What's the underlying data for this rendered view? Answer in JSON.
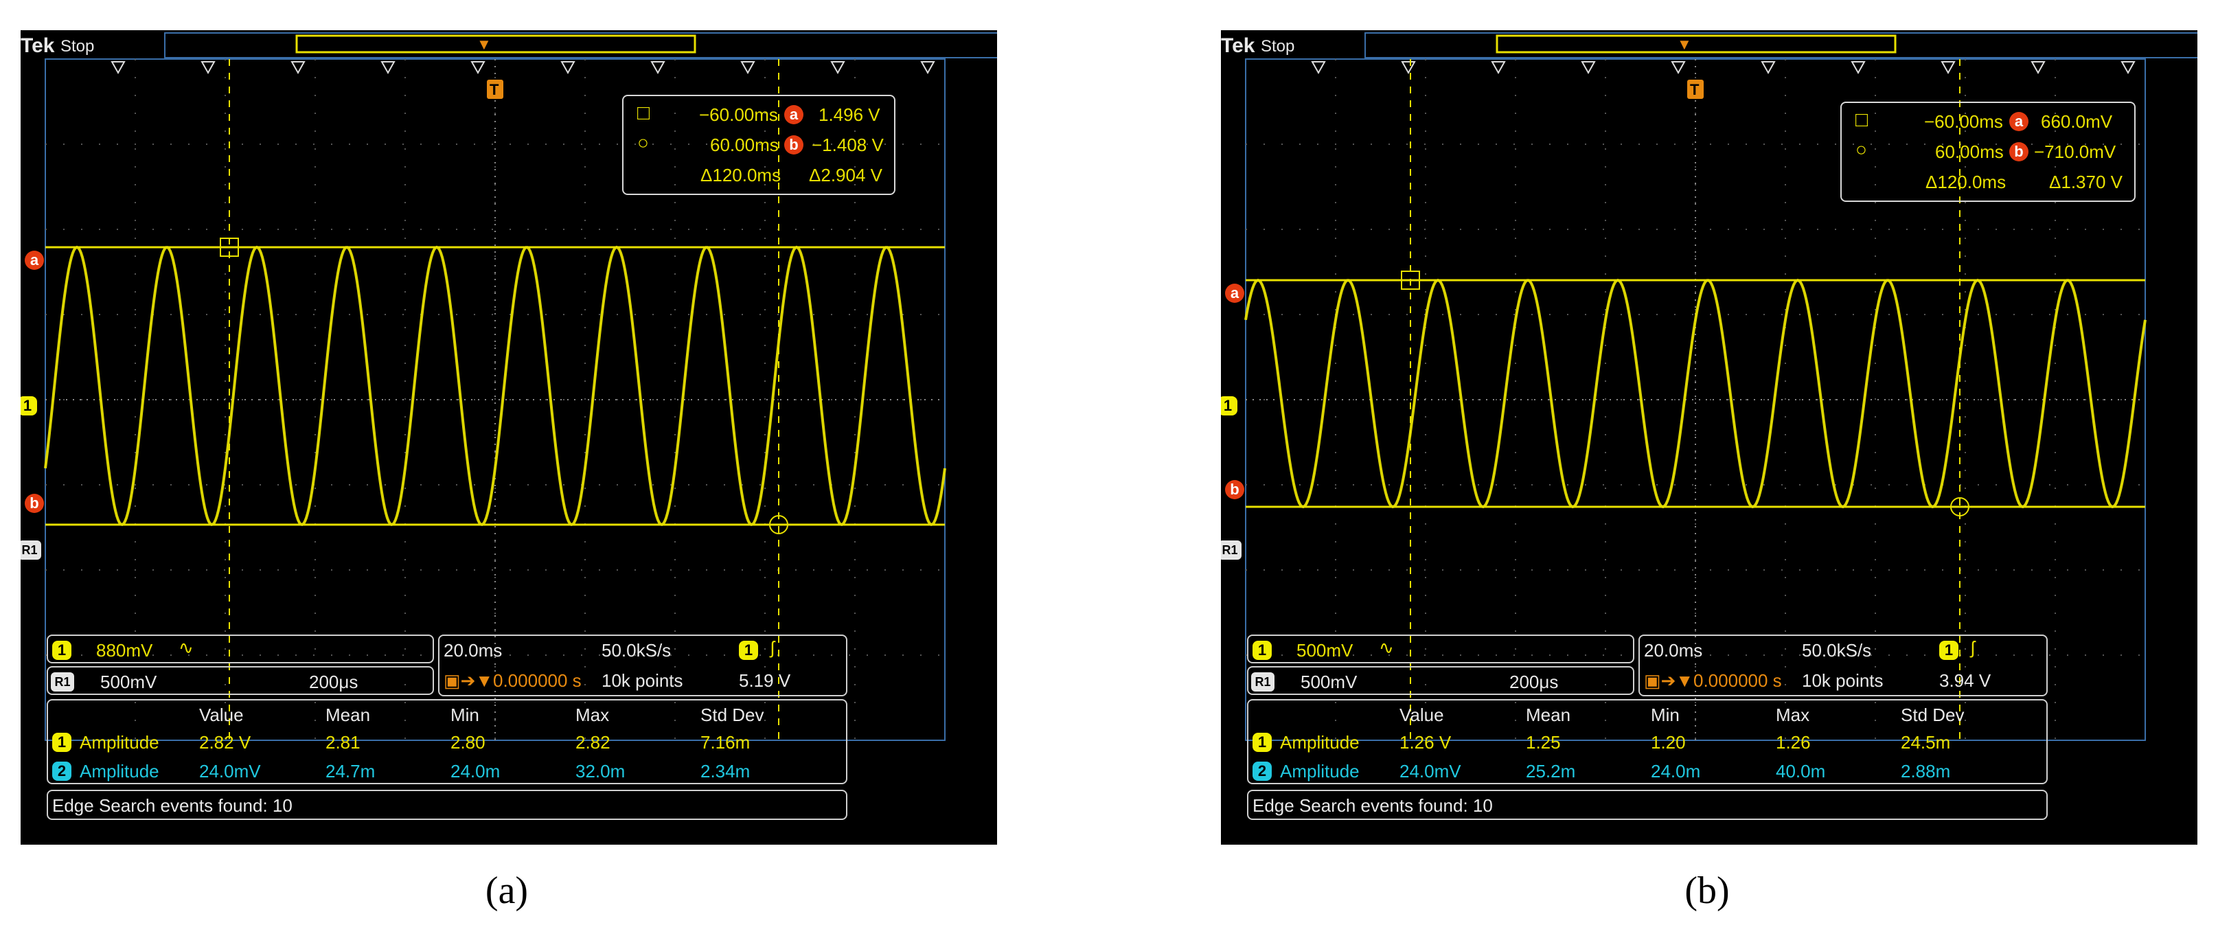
{
  "panels": [
    {
      "id": "a",
      "caption": "(a)",
      "brand": "Tek",
      "status": "Stop",
      "trigger_marker": "T",
      "cursor_readout": {
        "t1": "−60.00ms",
        "v_a": "1.496 V",
        "t2": "60.00ms",
        "v_b": "−1.408 V",
        "dt": "Δ120.0ms",
        "dv": "Δ2.904 V"
      },
      "cursor_a_label": "a",
      "cursor_b_label": "b",
      "ch1_marker": "1",
      "ref_marker": "R1",
      "ch1_scale": "880mV",
      "ref_scale": "500mV",
      "ref_time": "200μs",
      "timebase": "20.0ms",
      "sample_rate": "50.0kS/s",
      "trigger_pos": "0.000000 s",
      "record_length": "10k points",
      "trigger_level": "5.19 V",
      "meas_headers": [
        "Value",
        "Mean",
        "Min",
        "Max",
        "Std Dev"
      ],
      "meas_rows": [
        {
          "ch": "1",
          "name": "Amplitude",
          "value": "2.82 V",
          "mean": "2.81",
          "min": "2.80",
          "max": "2.82",
          "std": "7.16m"
        },
        {
          "ch": "2",
          "name": "Amplitude",
          "value": "24.0mV",
          "mean": "24.7m",
          "min": "24.0m",
          "max": "32.0m",
          "std": "2.34m"
        }
      ],
      "search_status": "Edge Search events found: 10"
    },
    {
      "id": "b",
      "caption": "(b)",
      "brand": "Tek",
      "status": "Stop",
      "trigger_marker": "T",
      "cursor_readout": {
        "t1": "−60.00ms",
        "v_a": "660.0mV",
        "t2": "60.00ms",
        "v_b": "−710.0mV",
        "dt": "Δ120.0ms",
        "dv": "Δ1.370 V"
      },
      "cursor_a_label": "a",
      "cursor_b_label": "b",
      "ch1_marker": "1",
      "ref_marker": "R1",
      "ch1_scale": "500mV",
      "ref_scale": "500mV",
      "ref_time": "200μs",
      "timebase": "20.0ms",
      "sample_rate": "50.0kS/s",
      "trigger_pos": "0.000000 s",
      "record_length": "10k points",
      "trigger_level": "3.94 V",
      "meas_headers": [
        "Value",
        "Mean",
        "Min",
        "Max",
        "Std Dev"
      ],
      "meas_rows": [
        {
          "ch": "1",
          "name": "Amplitude",
          "value": "1.26 V",
          "mean": "1.25",
          "min": "1.20",
          "max": "1.26",
          "std": "24.5m"
        },
        {
          "ch": "2",
          "name": "Amplitude",
          "value": "24.0mV",
          "mean": "25.2m",
          "min": "24.0m",
          "max": "40.0m",
          "std": "2.88m"
        }
      ],
      "search_status": "Edge Search events found: 10"
    }
  ],
  "colors": {
    "trace": "#e8e000",
    "cursor": "#e8e000",
    "ch2": "#20c8e0",
    "marker_red": "#e43a10",
    "trigger_orange": "#e88a10",
    "frame_blue": "#3a6ea8"
  }
}
